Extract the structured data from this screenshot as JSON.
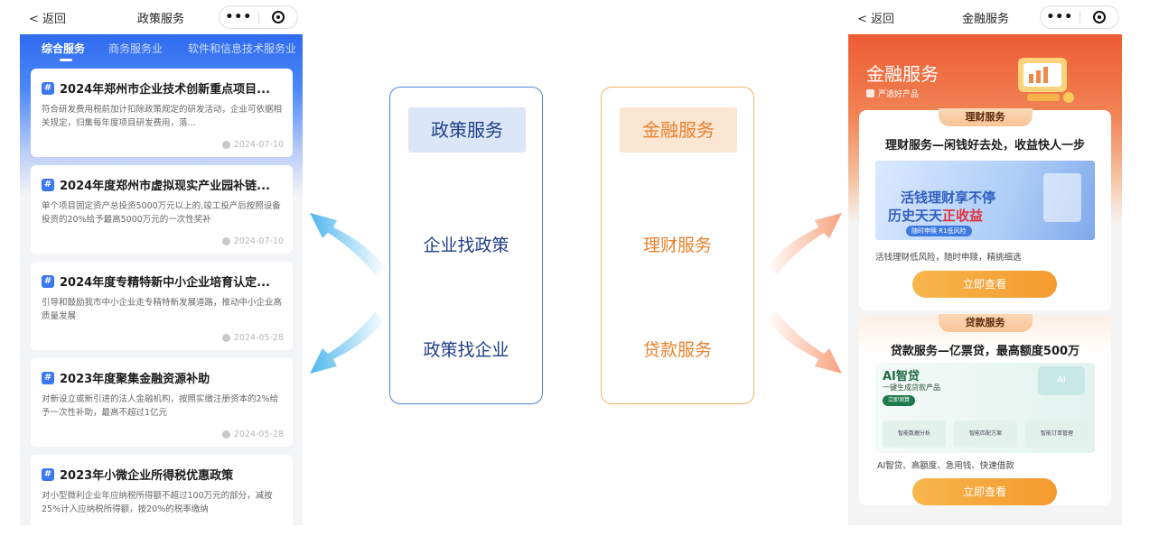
{
  "left_phone": {
    "back": "返回",
    "title": "政策服务",
    "capsule_dots": "•••",
    "tabs": [
      "综合服务",
      "商务服务业",
      "软件和信息技术服务业"
    ],
    "cards": [
      {
        "title": "2024年郑州市企业技术创新重点项目...",
        "desc": "符合研发费用税前加计扣除政策规定的研发活动，企业可依据相关规定，归集每年度项目研发费用，落...",
        "date": "2024-07-10"
      },
      {
        "title": "2024年度郑州市虚拟现实产业园补链...",
        "desc": "单个项目固定资产总投资5000万元以上的,竣工投产后按照设备投资的20%给予最高5000万元的一次性奖补",
        "date": "2024-07-10"
      },
      {
        "title": "2024年度专精特新中小企业培育认定...",
        "desc": "引导和鼓励我市中小企业走专精特新发展道路，推动中小企业高质量发展",
        "date": "2024-05-28"
      },
      {
        "title": "2023年度聚集金融资源补助",
        "desc": "对新设立或新引进的法人金融机构，按照实缴注册资本的2%给予一次性补助，最高不超过1亿元",
        "date": "2024-05-28"
      },
      {
        "title": "2023年小微企业所得税优惠政策",
        "desc": "对小型微利企业年应纳税所得额不超过100万元的部分，减按25%计入应纳税所得额，按20%的税率缴纳",
        "date": ""
      }
    ]
  },
  "policy_panel": {
    "header": "政策服务",
    "items": [
      "企业找政策",
      "政策找企业"
    ]
  },
  "finance_panel": {
    "header": "金融服务",
    "items": [
      "理财服务",
      "贷款服务"
    ]
  },
  "right_phone": {
    "back": "返回",
    "title": "金融服务",
    "capsule_dots": "•••",
    "banner_title": "金融服务",
    "banner_sub": "严选好产品",
    "wealth": {
      "pill": "理财服务",
      "headline": "理财服务—闲钱好去处，收益快人一步",
      "promo_line1": "活钱理财享不停",
      "promo_line2a": "历史天天",
      "promo_line2b": "正收益",
      "promo_tags": "随时申赎  R1低风险",
      "desc": "活钱理财低风险，随时申赎，精挑细选",
      "button": "立即查看"
    },
    "loan": {
      "pill": "贷款服务",
      "headline": "贷款服务—亿票贷，最高额度500万",
      "ai_title": "AI智贷",
      "ai_sub": "一键生成贷款产品",
      "ai_btn": "立即测算",
      "features": [
        "智能数据分析",
        "智能匹配方案",
        "智能订单管理"
      ],
      "desc": "AI智贷、高额度、急用钱、快速借款",
      "button": "立即查看"
    }
  },
  "colors": {
    "policy_blue": "#1f3f8a",
    "finance_orange": "#e9812b",
    "arrow_blue": "#4fb7ee",
    "arrow_orange": "#f7a27d"
  }
}
